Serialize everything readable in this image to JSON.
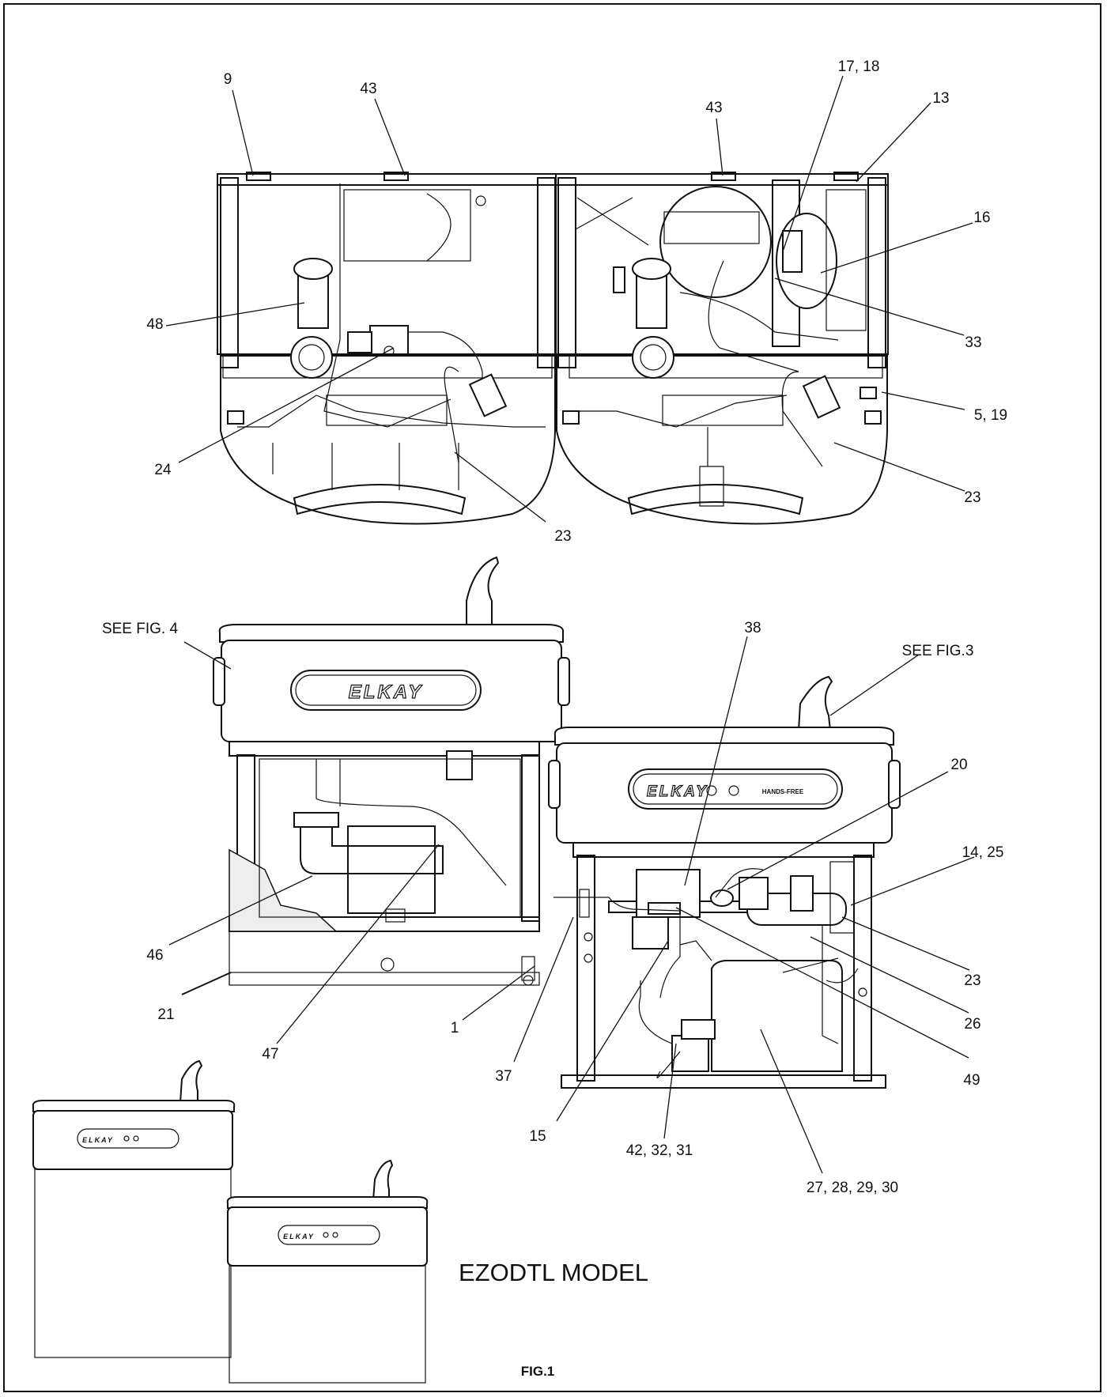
{
  "figure": {
    "title": "EZODTL MODEL",
    "label": "FIG.1"
  },
  "brand": {
    "name": "ELKAY",
    "hands_free": "HANDS-FREE"
  },
  "callouts": {
    "c9": "9",
    "c43a": "43",
    "c43b": "43",
    "c17_18": "17, 18",
    "c13": "13",
    "c16": "16",
    "c48": "48",
    "c33": "33",
    "c5_19": "5, 19",
    "c24": "24",
    "c23a": "23",
    "c23b": "23",
    "see_fig4": "SEE FIG. 4",
    "c38": "38",
    "see_fig3": "SEE FIG.3",
    "c20": "20",
    "c14_25": "14, 25",
    "c46": "46",
    "c23c": "23",
    "c21": "21",
    "c26": "26",
    "c47": "47",
    "c1": "1",
    "c49": "49",
    "c37": "37",
    "c15": "15",
    "c42_32_31": "42, 32, 31",
    "c27_30": "27, 28, 29, 30"
  },
  "colors": {
    "line": "#111111",
    "background": "#ffffff"
  }
}
